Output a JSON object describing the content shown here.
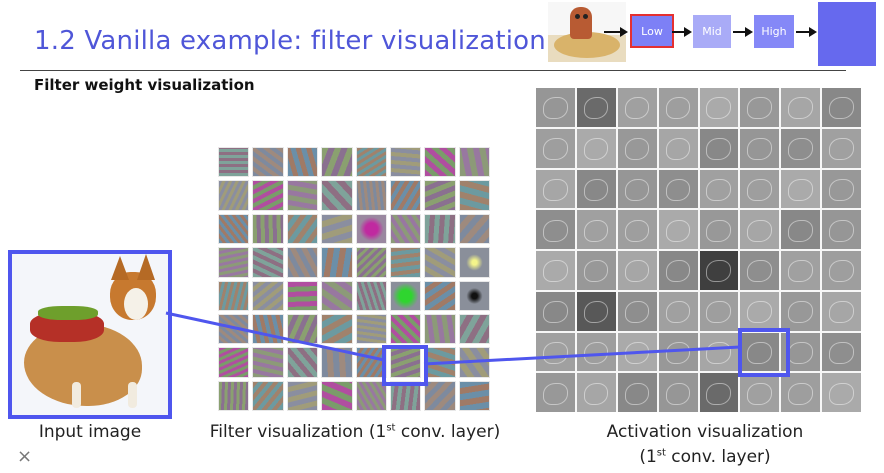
{
  "slide": {
    "title": "1.2 Vanilla example: filter visualization",
    "subtitle": "Filter weight visualization"
  },
  "pipeline": {
    "stages": [
      "Low",
      "Mid",
      "High"
    ],
    "colors": {
      "low": "#7d80f6",
      "low_border": "#e53030",
      "mid": "#a9abf7",
      "high": "#8588f7",
      "output": "#6669ee"
    }
  },
  "captions": {
    "input": "Input image",
    "filter_prefix": "Filter visualization (1",
    "filter_sup": "st",
    "filter_suffix": " conv. layer)",
    "activation_line1": "Activation visualization",
    "activation_line2_prefix": "(1",
    "activation_line2_sup": "st",
    "activation_line2_suffix": " conv. layer)"
  },
  "overlay": {
    "close_symbol": "×"
  },
  "accent_color": "#4f56ee"
}
